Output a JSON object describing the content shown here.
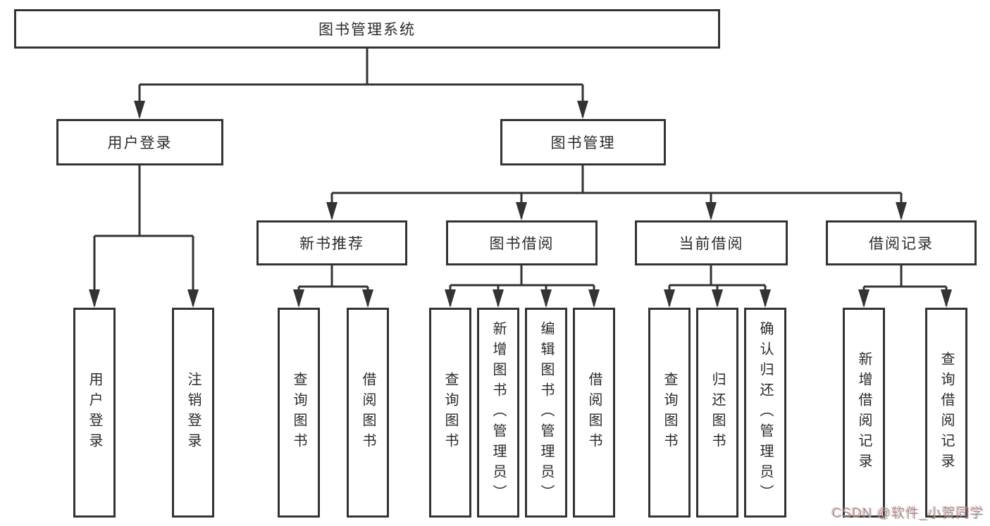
{
  "diagram": {
    "type": "tree",
    "line_color": "#333333",
    "box_border_color": "#333333",
    "box_fill": "#ffffff",
    "root": {
      "label": "图书管理系统"
    },
    "children": [
      {
        "label": "用户登录",
        "children": [
          {
            "label": "用户登录"
          },
          {
            "label": "注销登录"
          }
        ]
      },
      {
        "label": "图书管理",
        "children": [
          {
            "label": "新书推荐",
            "children": [
              {
                "label": "查询图书"
              },
              {
                "label": "借阅图书"
              }
            ]
          },
          {
            "label": "图书借阅",
            "children": [
              {
                "label": "查询图书"
              },
              {
                "label": "新增图书（管理员）"
              },
              {
                "label": "编辑图书（管理员）"
              },
              {
                "label": "借阅图书"
              }
            ]
          },
          {
            "label": "当前借阅",
            "children": [
              {
                "label": "查询图书"
              },
              {
                "label": "归还图书"
              },
              {
                "label": "确认归还（管理员）"
              }
            ]
          },
          {
            "label": "借阅记录",
            "children": [
              {
                "label": "新增借阅记录"
              },
              {
                "label": "查询借阅记录"
              }
            ]
          }
        ]
      }
    ]
  },
  "watermark": {
    "text": "CSDN @软件_小贺同学"
  }
}
